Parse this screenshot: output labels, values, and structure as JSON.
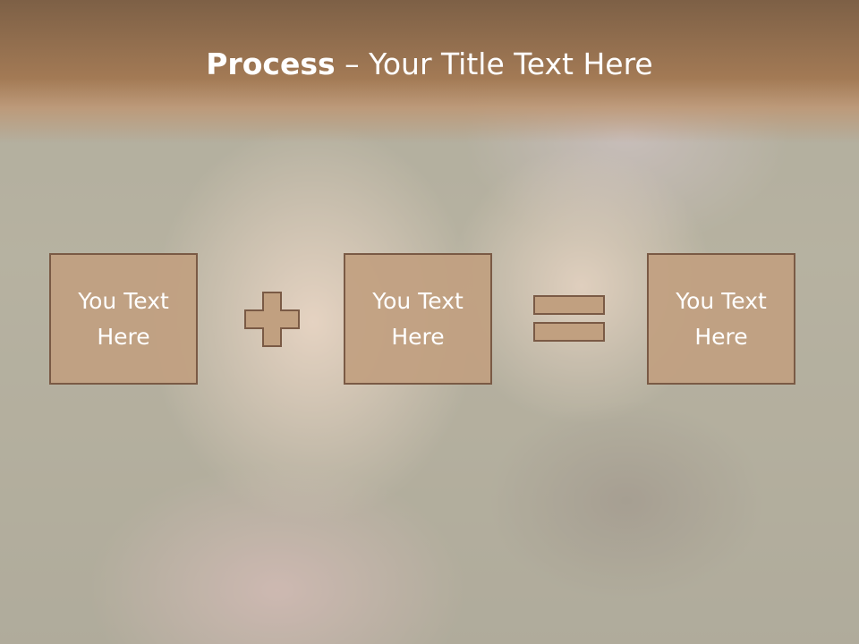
{
  "title": {
    "bold": "Process",
    "rest": " – Your Title Text Here"
  },
  "boxes": [
    {
      "text": "You Text\nHere"
    },
    {
      "text": "You Text\nHere"
    },
    {
      "text": "You Text\nHere"
    }
  ],
  "operators": [
    "plus-icon",
    "equals-icon"
  ],
  "colors": {
    "title_band": "#a37a55",
    "box_fill": "#c1a080",
    "box_border": "#7a5a45",
    "text": "#ffffff"
  }
}
